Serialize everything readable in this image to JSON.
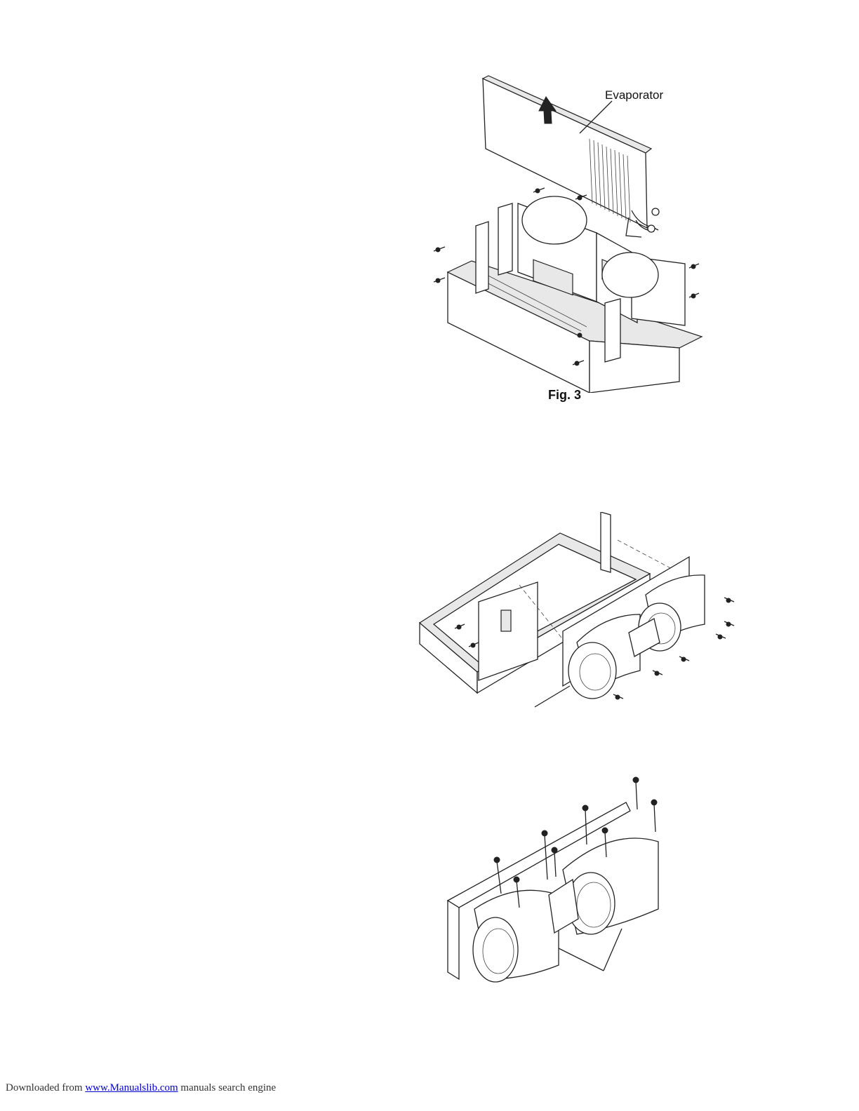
{
  "figure1": {
    "label": "Evaporator",
    "caption": "Fig. 3"
  },
  "footer": {
    "prefix": "Downloaded from",
    "link_text": "www.Manualslib.com",
    "suffix": "manuals search engine"
  }
}
